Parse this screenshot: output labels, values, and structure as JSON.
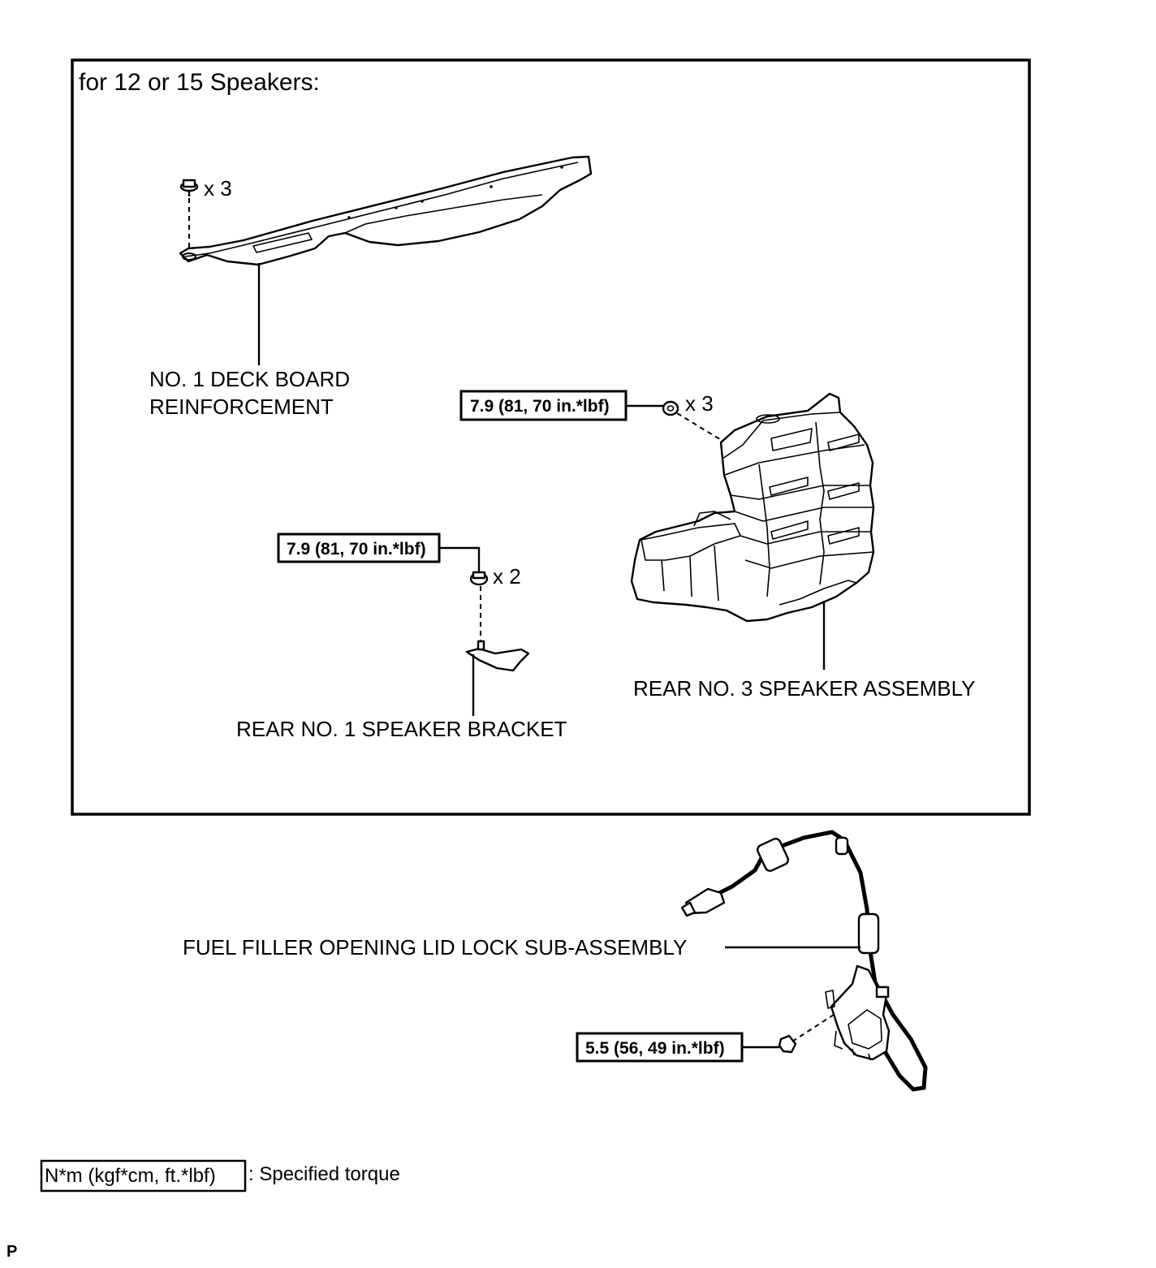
{
  "inset": {
    "heading": "for 12 or 15 Speakers:",
    "deck_board": {
      "label_line1": "NO. 1 DECK BOARD",
      "label_line2": "REINFORCEMENT",
      "bolt_qty": "x 3"
    },
    "rear_no3_speaker": {
      "label": "REAR NO. 3 SPEAKER ASSEMBLY",
      "torque": "7.9 (81, 70 in.*lbf)",
      "nut_qty": "x 3"
    },
    "rear_no1_bracket": {
      "label": "REAR NO. 1 SPEAKER BRACKET",
      "torque": "7.9 (81, 70 in.*lbf)",
      "nut_qty": "x 2"
    }
  },
  "fuel_lid_lock": {
    "label": "FUEL FILLER OPENING LID LOCK SUB-ASSEMBLY",
    "torque": "5.5 (56, 49 in.*lbf)"
  },
  "legend": {
    "unit_box": "N*m (kgf*cm, ft.*lbf)",
    "description": ": Specified torque"
  },
  "corner_code": "P"
}
